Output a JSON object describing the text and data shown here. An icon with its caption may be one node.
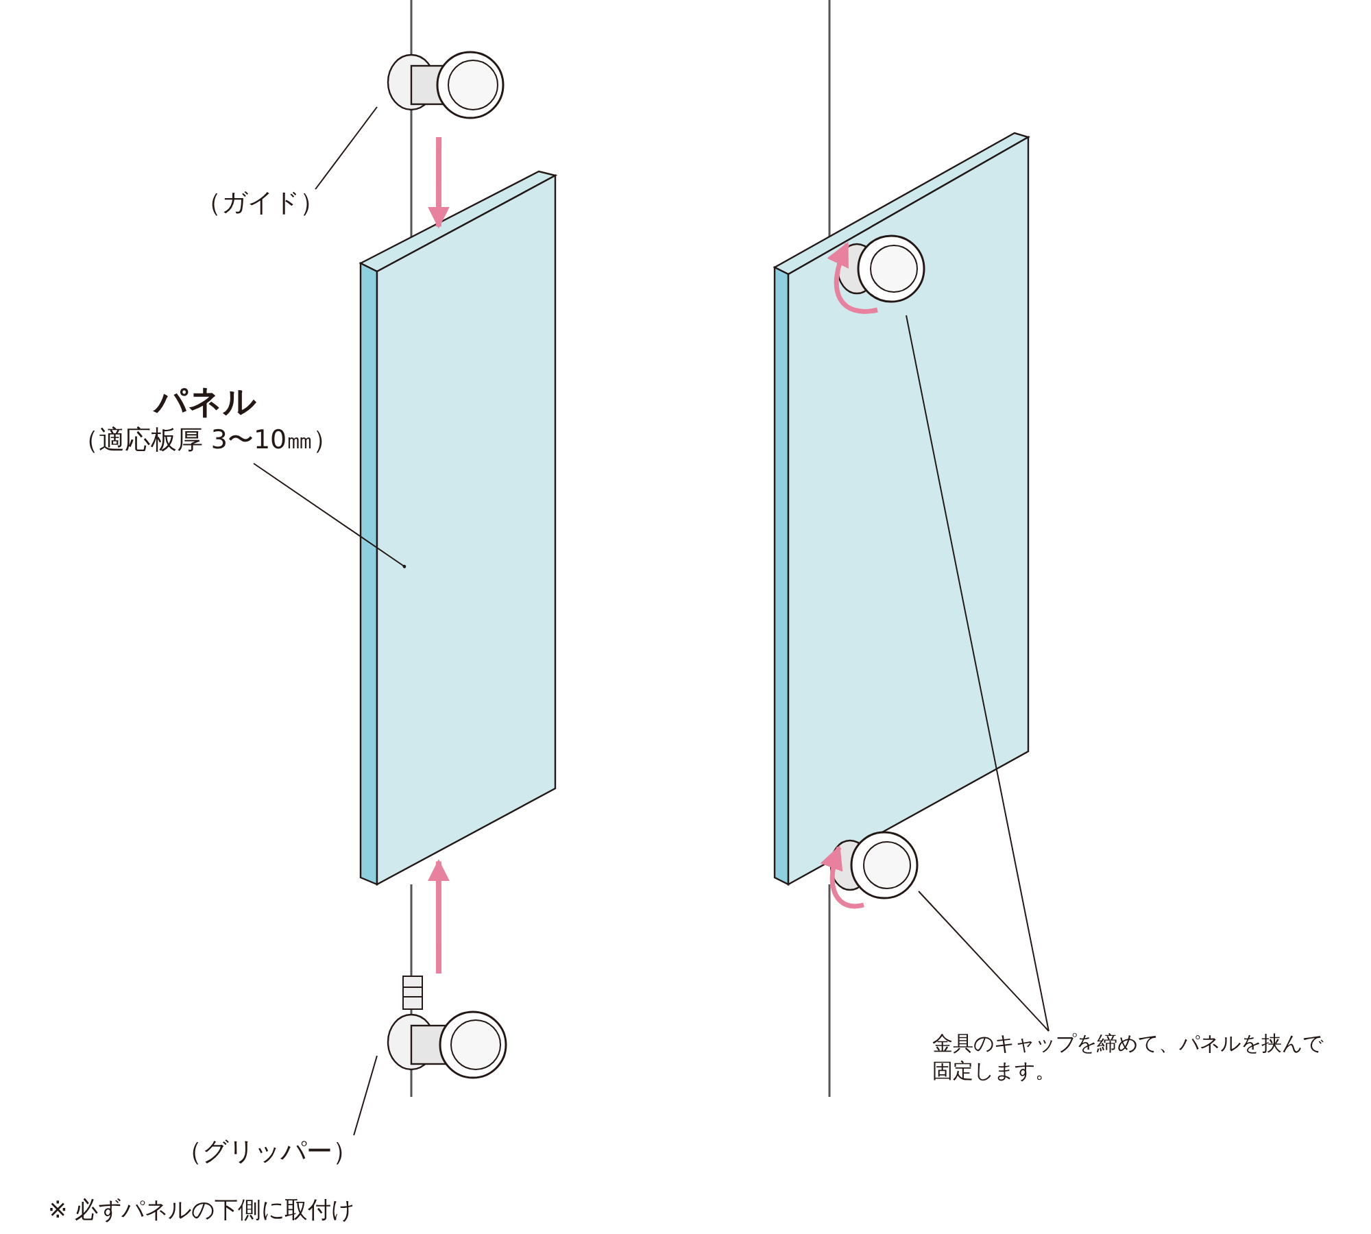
{
  "diagram": {
    "nodes": [
      {
        "text": [
          "（ガイド）"
        ]
      },
      {
        "text": [],
        "shape": "picture"
      },
      {
        "text": [
          "パネル",
          "（適応板厚 3〜10㎜）"
        ]
      },
      {
        "text": [],
        "shape": "picture"
      },
      {
        "text": [
          "（グリッパー）"
        ]
      },
      {
        "text": [],
        "shape": "picture"
      },
      {
        "text": [
          "金具のキャップを締めて、パネルを挟んで固定します。"
        ]
      },
      {
        "text": [],
        "shape": "picture"
      },
      {
        "text": [],
        "shape": "picture"
      }
    ],
    "edges": [
      {
        "from": 0,
        "to": 1,
        "arrow": "none"
      },
      {
        "from": 1,
        "to": 3,
        "arrow": "to",
        "style": "thick",
        "color": "#e8819e"
      },
      {
        "from": 2,
        "to": 3,
        "arrow": "other"
      },
      {
        "from": 4,
        "to": 5,
        "arrow": "none"
      },
      {
        "from": 5,
        "to": 3,
        "arrow": "to",
        "style": "thick",
        "color": "#e8819e"
      },
      {
        "from": 6,
        "to": 7,
        "arrow": "none"
      },
      {
        "from": 6,
        "to": 8,
        "arrow": "none"
      }
    ],
    "labels": [
      "※ 必ずパネルの下側に取付け"
    ]
  }
}
